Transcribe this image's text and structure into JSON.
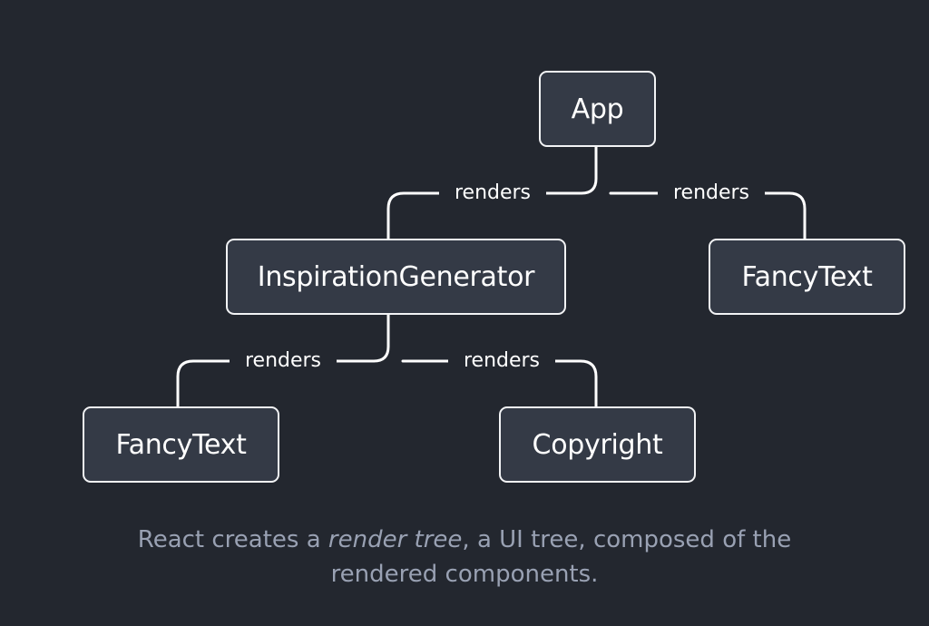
{
  "diagram": {
    "nodes": {
      "app": "App",
      "inspiration_generator": "InspirationGenerator",
      "fancy_text_top": "FancyText",
      "fancy_text_bottom": "FancyText",
      "copyright": "Copyright"
    },
    "edge_label": "renders"
  },
  "caption": {
    "before": "React creates a ",
    "emphasis": "render tree",
    "after": ", a UI tree, composed of the rendered components."
  },
  "colors": {
    "background": "#23272f",
    "node_fill": "#343a46",
    "node_border": "#f2f3f5",
    "text": "#ffffff",
    "caption_text": "#99a1b3"
  }
}
